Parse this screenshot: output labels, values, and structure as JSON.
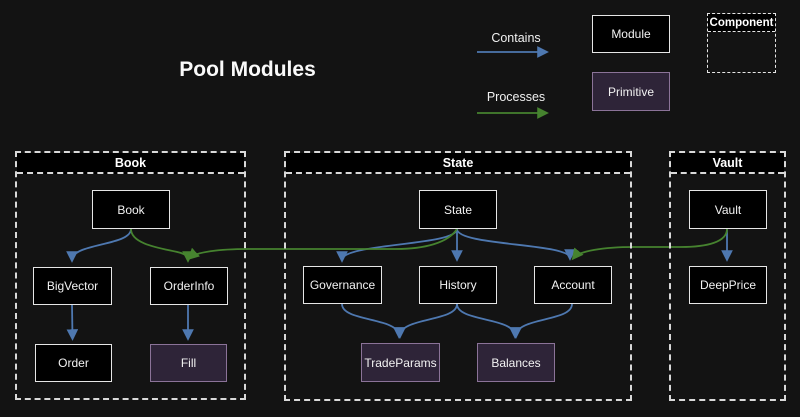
{
  "title": "Pool Modules",
  "legend": {
    "contains": "Contains",
    "processes": "Processes",
    "module": "Module",
    "primitive": "Primitive",
    "component": "Component"
  },
  "colors": {
    "background": "#131313",
    "node_fill": "#000000",
    "node_border": "#e6e6e6",
    "primitive_fill": "#2e2438",
    "primitive_border": "#8b7398",
    "cluster_border": "#d9d9d9",
    "contains_arrow": "#4e78b0",
    "processes_arrow": "#46832f",
    "text": "#f2f2f2"
  },
  "containers": [
    {
      "label": "Book",
      "nodes": [
        {
          "label": "Book",
          "type": "module"
        },
        {
          "label": "BigVector",
          "type": "module"
        },
        {
          "label": "OrderInfo",
          "type": "module"
        },
        {
          "label": "Order",
          "type": "module"
        },
        {
          "label": "Fill",
          "type": "primitive"
        }
      ]
    },
    {
      "label": "State",
      "nodes": [
        {
          "label": "State",
          "type": "module"
        },
        {
          "label": "Governance",
          "type": "module"
        },
        {
          "label": "History",
          "type": "module"
        },
        {
          "label": "Account",
          "type": "module"
        },
        {
          "label": "TradeParams",
          "type": "primitive"
        },
        {
          "label": "Balances",
          "type": "primitive"
        }
      ]
    },
    {
      "label": "Vault",
      "nodes": [
        {
          "label": "Vault",
          "type": "module"
        },
        {
          "label": "DeepPrice",
          "type": "module"
        }
      ]
    }
  ],
  "edges": [
    {
      "from": "Book",
      "to": "BigVector",
      "type": "contains"
    },
    {
      "from": "BigVector",
      "to": "Order",
      "type": "contains"
    },
    {
      "from": "OrderInfo",
      "to": "Fill",
      "type": "contains"
    },
    {
      "from": "State",
      "to": "Governance",
      "type": "contains"
    },
    {
      "from": "State",
      "to": "History",
      "type": "contains"
    },
    {
      "from": "State",
      "to": "Account",
      "type": "contains"
    },
    {
      "from": "Governance",
      "to": "TradeParams",
      "type": "contains"
    },
    {
      "from": "History",
      "to": "TradeParams",
      "type": "contains"
    },
    {
      "from": "History",
      "to": "Balances",
      "type": "contains"
    },
    {
      "from": "Account",
      "to": "Balances",
      "type": "contains"
    },
    {
      "from": "Vault",
      "to": "DeepPrice",
      "type": "contains"
    },
    {
      "from": "Book",
      "to": "OrderInfo",
      "type": "processes"
    },
    {
      "from": "State",
      "to": "OrderInfo",
      "type": "processes"
    },
    {
      "from": "Vault",
      "to": "Account",
      "type": "processes"
    }
  ]
}
